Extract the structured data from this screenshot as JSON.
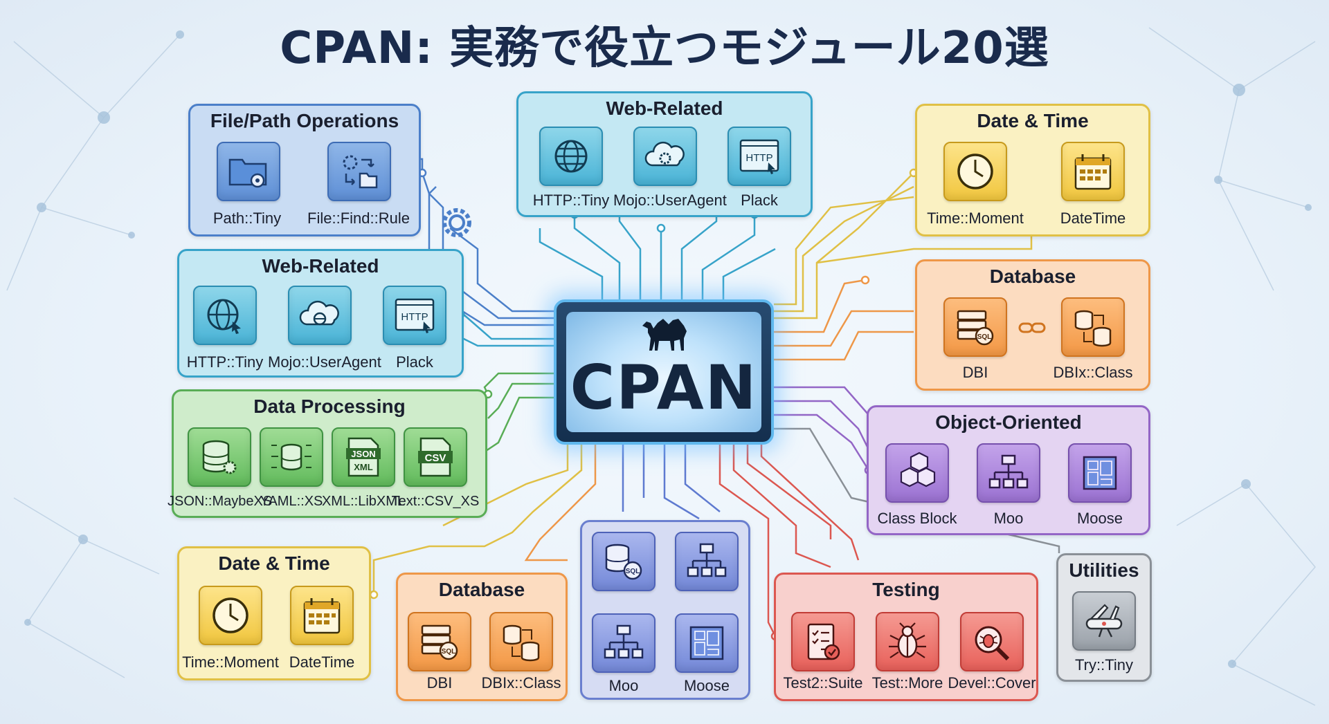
{
  "title": "CPAN: 実務で役立つモジュール20選",
  "center": {
    "label": "CPAN",
    "icon": "camel-icon"
  },
  "colors": {
    "blue": "#4b7fc9",
    "cyan": "#37a3c9",
    "green": "#59ad56",
    "yellow": "#e0c045",
    "orange": "#ee9748",
    "purple": "#9366c6",
    "red": "#dc5750",
    "gray": "#8a9097"
  },
  "groups": {
    "file_path": {
      "title": "File/Path Operations",
      "modules": [
        {
          "name": "Path::Tiny",
          "icon": "folder-gear-icon"
        },
        {
          "name": "File::Find::Rule",
          "icon": "gear-folder-arrows-icon"
        }
      ]
    },
    "web_top": {
      "title": "Web-Related",
      "modules": [
        {
          "name": "HTTP::Tiny",
          "icon": "globe-icon"
        },
        {
          "name": "Mojo::UserAgent",
          "icon": "cloud-gear-icon"
        },
        {
          "name": "Plack",
          "icon": "http-window-icon"
        }
      ]
    },
    "web_left": {
      "title": "Web-Related",
      "modules": [
        {
          "name": "HTTP::Tiny",
          "icon": "globe-cursor-icon"
        },
        {
          "name": "Mojo::UserAgent",
          "icon": "cloud-globe-icon"
        },
        {
          "name": "Plack",
          "icon": "http-window-icon"
        }
      ]
    },
    "data": {
      "title": "Data Processing",
      "modules": [
        {
          "name": "JSON::MaybeXS",
          "icon": "database-gear-icon"
        },
        {
          "name": "YAML::XS",
          "icon": "database-circuit-icon"
        },
        {
          "name": "XML::LibXML",
          "icon": "json-xml-file-icon",
          "badge1": "JSON",
          "badge2": "XML"
        },
        {
          "name": "Text::CSV_XS",
          "icon": "csv-file-icon",
          "badge1": "CSV"
        }
      ]
    },
    "date_left": {
      "title": "Date & Time",
      "modules": [
        {
          "name": "Time::Moment",
          "icon": "clock-icon"
        },
        {
          "name": "DateTime",
          "icon": "calendar-icon"
        }
      ]
    },
    "db_left": {
      "title": "Database",
      "modules": [
        {
          "name": "DBI",
          "icon": "server-sql-icon",
          "badge1": "SQL"
        },
        {
          "name": "DBIx::Class",
          "icon": "database-link-icon"
        }
      ]
    },
    "oo_bottom": {
      "title": "",
      "modules": [
        {
          "name": "",
          "icon": "server-sql-icon",
          "badge1": "SQL"
        },
        {
          "name": "",
          "icon": "hierarchy-icon"
        },
        {
          "name": "Moo",
          "icon": "hierarchy-icon"
        },
        {
          "name": "Moose",
          "icon": "blueprint-icon"
        }
      ]
    },
    "testing": {
      "title": "Testing",
      "modules": [
        {
          "name": "Test2::Suite",
          "icon": "checklist-icon"
        },
        {
          "name": "Test::More",
          "icon": "bug-icon"
        },
        {
          "name": "Devel::Cover",
          "icon": "bug-magnifier-icon"
        }
      ]
    },
    "utilities": {
      "title": "Utilities",
      "modules": [
        {
          "name": "Try::Tiny",
          "icon": "swiss-knife-icon"
        }
      ]
    },
    "date_right": {
      "title": "Date & Time",
      "modules": [
        {
          "name": "Time::Moment",
          "icon": "clock-icon"
        },
        {
          "name": "DateTime",
          "icon": "calendar-icon"
        }
      ]
    },
    "db_right": {
      "title": "Database",
      "modules": [
        {
          "name": "DBI",
          "icon": "server-sql-icon",
          "badge1": "SQL"
        },
        {
          "name": "DBIx::Class",
          "icon": "database-link-icon"
        }
      ]
    },
    "oo_right": {
      "title": "Object-Oriented",
      "modules": [
        {
          "name": "Class Block",
          "icon": "cubes-icon"
        },
        {
          "name": "Moo",
          "icon": "hierarchy-icon"
        },
        {
          "name": "Moose",
          "icon": "blueprint-icon"
        }
      ]
    }
  }
}
